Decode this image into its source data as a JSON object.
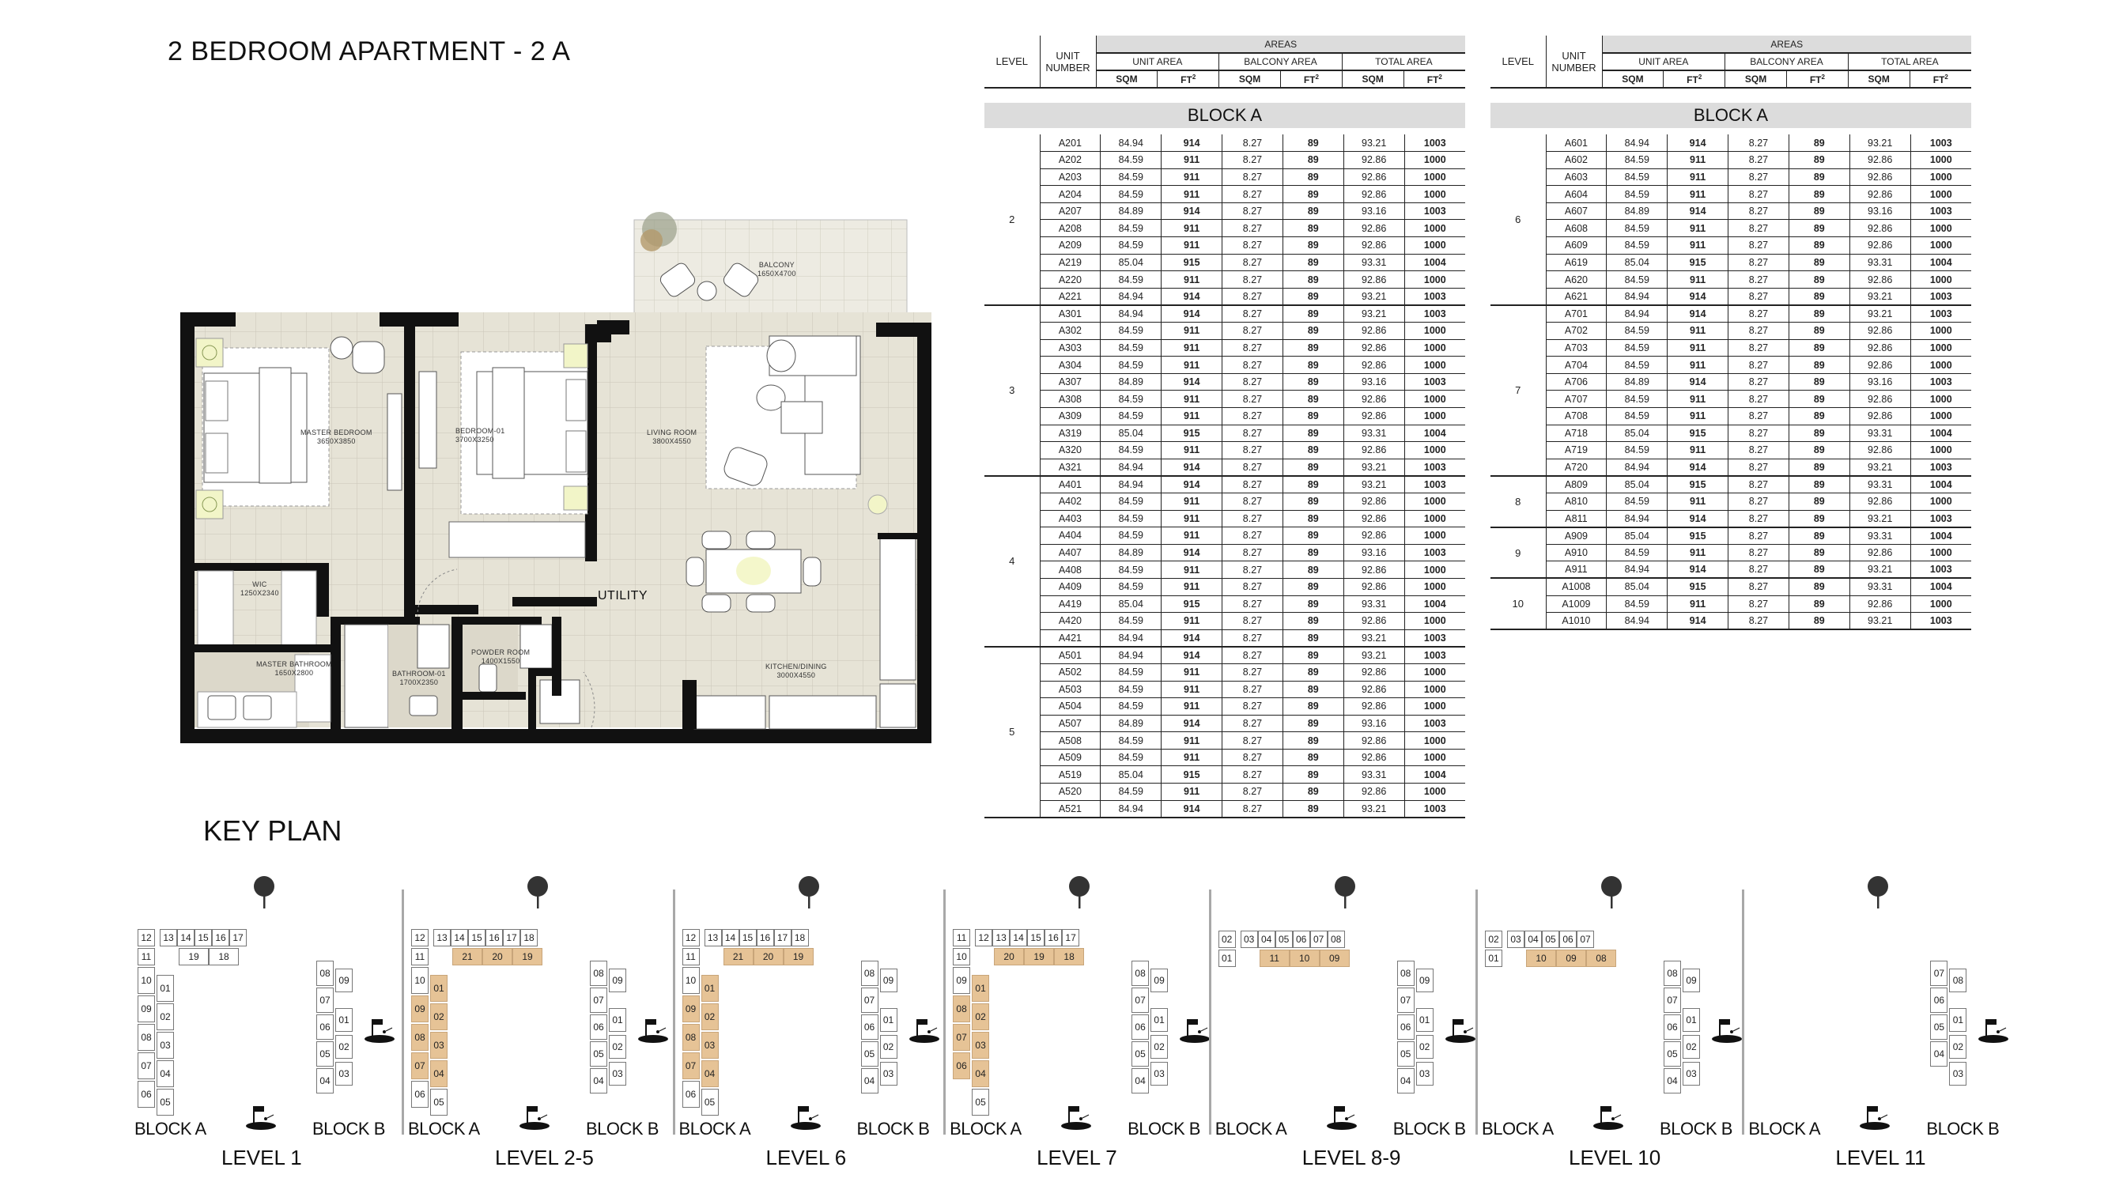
{
  "page": {
    "title": "2 BEDROOM APARTMENT - 2 A",
    "keyplan_title": "KEY PLAN"
  },
  "floorplan": {
    "rooms": [
      {
        "name": "MASTER BEDROOM",
        "size": "3650X3850"
      },
      {
        "name": "BEDROOM-01",
        "size": "3700X3250"
      },
      {
        "name": "LIVING ROOM",
        "size": "3800X4550"
      },
      {
        "name": "BALCONY",
        "size": "1650X4700"
      },
      {
        "name": "WIC",
        "size": "1250X2340"
      },
      {
        "name": "MASTER BATHROOM",
        "size": "1650X2800"
      },
      {
        "name": "BATHROOM-01",
        "size": "1700X2350"
      },
      {
        "name": "POWDER ROOM",
        "size": "1400X1550"
      },
      {
        "name": "KITCHEN/DINING",
        "size": "3000X4550"
      },
      {
        "name": "UTILITY",
        "size": ""
      }
    ],
    "colors": {
      "floor": "#e6e3d6",
      "wall": "#111111",
      "grid": "#c9c6b8",
      "light": "#f2f5c8"
    }
  },
  "table": {
    "headers": {
      "level": "LEVEL",
      "unit_number": "UNIT NUMBER",
      "areas": "AREAS",
      "unit_area": "UNIT AREA",
      "balcony_area": "BALCONY AREA",
      "total_area": "TOTAL AREA",
      "sqm": "SQM",
      "ft2": "FT",
      "ft2_sup": "2"
    },
    "block_label": "BLOCK A",
    "left_groups": [
      {
        "level": "2",
        "rows": [
          [
            "A201",
            "84.94",
            "914",
            "8.27",
            "89",
            "93.21",
            "1003"
          ],
          [
            "A202",
            "84.59",
            "911",
            "8.27",
            "89",
            "92.86",
            "1000"
          ],
          [
            "A203",
            "84.59",
            "911",
            "8.27",
            "89",
            "92.86",
            "1000"
          ],
          [
            "A204",
            "84.59",
            "911",
            "8.27",
            "89",
            "92.86",
            "1000"
          ],
          [
            "A207",
            "84.89",
            "914",
            "8.27",
            "89",
            "93.16",
            "1003"
          ],
          [
            "A208",
            "84.59",
            "911",
            "8.27",
            "89",
            "92.86",
            "1000"
          ],
          [
            "A209",
            "84.59",
            "911",
            "8.27",
            "89",
            "92.86",
            "1000"
          ],
          [
            "A219",
            "85.04",
            "915",
            "8.27",
            "89",
            "93.31",
            "1004"
          ],
          [
            "A220",
            "84.59",
            "911",
            "8.27",
            "89",
            "92.86",
            "1000"
          ],
          [
            "A221",
            "84.94",
            "914",
            "8.27",
            "89",
            "93.21",
            "1003"
          ]
        ]
      },
      {
        "level": "3",
        "rows": [
          [
            "A301",
            "84.94",
            "914",
            "8.27",
            "89",
            "93.21",
            "1003"
          ],
          [
            "A302",
            "84.59",
            "911",
            "8.27",
            "89",
            "92.86",
            "1000"
          ],
          [
            "A303",
            "84.59",
            "911",
            "8.27",
            "89",
            "92.86",
            "1000"
          ],
          [
            "A304",
            "84.59",
            "911",
            "8.27",
            "89",
            "92.86",
            "1000"
          ],
          [
            "A307",
            "84.89",
            "914",
            "8.27",
            "89",
            "93.16",
            "1003"
          ],
          [
            "A308",
            "84.59",
            "911",
            "8.27",
            "89",
            "92.86",
            "1000"
          ],
          [
            "A309",
            "84.59",
            "911",
            "8.27",
            "89",
            "92.86",
            "1000"
          ],
          [
            "A319",
            "85.04",
            "915",
            "8.27",
            "89",
            "93.31",
            "1004"
          ],
          [
            "A320",
            "84.59",
            "911",
            "8.27",
            "89",
            "92.86",
            "1000"
          ],
          [
            "A321",
            "84.94",
            "914",
            "8.27",
            "89",
            "93.21",
            "1003"
          ]
        ]
      },
      {
        "level": "4",
        "rows": [
          [
            "A401",
            "84.94",
            "914",
            "8.27",
            "89",
            "93.21",
            "1003"
          ],
          [
            "A402",
            "84.59",
            "911",
            "8.27",
            "89",
            "92.86",
            "1000"
          ],
          [
            "A403",
            "84.59",
            "911",
            "8.27",
            "89",
            "92.86",
            "1000"
          ],
          [
            "A404",
            "84.59",
            "911",
            "8.27",
            "89",
            "92.86",
            "1000"
          ],
          [
            "A407",
            "84.89",
            "914",
            "8.27",
            "89",
            "93.16",
            "1003"
          ],
          [
            "A408",
            "84.59",
            "911",
            "8.27",
            "89",
            "92.86",
            "1000"
          ],
          [
            "A409",
            "84.59",
            "911",
            "8.27",
            "89",
            "92.86",
            "1000"
          ],
          [
            "A419",
            "85.04",
            "915",
            "8.27",
            "89",
            "93.31",
            "1004"
          ],
          [
            "A420",
            "84.59",
            "911",
            "8.27",
            "89",
            "92.86",
            "1000"
          ],
          [
            "A421",
            "84.94",
            "914",
            "8.27",
            "89",
            "93.21",
            "1003"
          ]
        ]
      },
      {
        "level": "5",
        "rows": [
          [
            "A501",
            "84.94",
            "914",
            "8.27",
            "89",
            "93.21",
            "1003"
          ],
          [
            "A502",
            "84.59",
            "911",
            "8.27",
            "89",
            "92.86",
            "1000"
          ],
          [
            "A503",
            "84.59",
            "911",
            "8.27",
            "89",
            "92.86",
            "1000"
          ],
          [
            "A504",
            "84.59",
            "911",
            "8.27",
            "89",
            "92.86",
            "1000"
          ],
          [
            "A507",
            "84.89",
            "914",
            "8.27",
            "89",
            "93.16",
            "1003"
          ],
          [
            "A508",
            "84.59",
            "911",
            "8.27",
            "89",
            "92.86",
            "1000"
          ],
          [
            "A509",
            "84.59",
            "911",
            "8.27",
            "89",
            "92.86",
            "1000"
          ],
          [
            "A519",
            "85.04",
            "915",
            "8.27",
            "89",
            "93.31",
            "1004"
          ],
          [
            "A520",
            "84.59",
            "911",
            "8.27",
            "89",
            "92.86",
            "1000"
          ],
          [
            "A521",
            "84.94",
            "914",
            "8.27",
            "89",
            "93.21",
            "1003"
          ]
        ]
      }
    ],
    "right_groups": [
      {
        "level": "6",
        "rows": [
          [
            "A601",
            "84.94",
            "914",
            "8.27",
            "89",
            "93.21",
            "1003"
          ],
          [
            "A602",
            "84.59",
            "911",
            "8.27",
            "89",
            "92.86",
            "1000"
          ],
          [
            "A603",
            "84.59",
            "911",
            "8.27",
            "89",
            "92.86",
            "1000"
          ],
          [
            "A604",
            "84.59",
            "911",
            "8.27",
            "89",
            "92.86",
            "1000"
          ],
          [
            "A607",
            "84.89",
            "914",
            "8.27",
            "89",
            "93.16",
            "1003"
          ],
          [
            "A608",
            "84.59",
            "911",
            "8.27",
            "89",
            "92.86",
            "1000"
          ],
          [
            "A609",
            "84.59",
            "911",
            "8.27",
            "89",
            "92.86",
            "1000"
          ],
          [
            "A619",
            "85.04",
            "915",
            "8.27",
            "89",
            "93.31",
            "1004"
          ],
          [
            "A620",
            "84.59",
            "911",
            "8.27",
            "89",
            "92.86",
            "1000"
          ],
          [
            "A621",
            "84.94",
            "914",
            "8.27",
            "89",
            "93.21",
            "1003"
          ]
        ]
      },
      {
        "level": "7",
        "rows": [
          [
            "A701",
            "84.94",
            "914",
            "8.27",
            "89",
            "93.21",
            "1003"
          ],
          [
            "A702",
            "84.59",
            "911",
            "8.27",
            "89",
            "92.86",
            "1000"
          ],
          [
            "A703",
            "84.59",
            "911",
            "8.27",
            "89",
            "92.86",
            "1000"
          ],
          [
            "A704",
            "84.59",
            "911",
            "8.27",
            "89",
            "92.86",
            "1000"
          ],
          [
            "A706",
            "84.89",
            "914",
            "8.27",
            "89",
            "93.16",
            "1003"
          ],
          [
            "A707",
            "84.59",
            "911",
            "8.27",
            "89",
            "92.86",
            "1000"
          ],
          [
            "A708",
            "84.59",
            "911",
            "8.27",
            "89",
            "92.86",
            "1000"
          ],
          [
            "A718",
            "85.04",
            "915",
            "8.27",
            "89",
            "93.31",
            "1004"
          ],
          [
            "A719",
            "84.59",
            "911",
            "8.27",
            "89",
            "92.86",
            "1000"
          ],
          [
            "A720",
            "84.94",
            "914",
            "8.27",
            "89",
            "93.21",
            "1003"
          ]
        ]
      },
      {
        "level": "8",
        "rows": [
          [
            "A809",
            "85.04",
            "915",
            "8.27",
            "89",
            "93.31",
            "1004"
          ],
          [
            "A810",
            "84.59",
            "911",
            "8.27",
            "89",
            "92.86",
            "1000"
          ],
          [
            "A811",
            "84.94",
            "914",
            "8.27",
            "89",
            "93.21",
            "1003"
          ]
        ]
      },
      {
        "level": "9",
        "rows": [
          [
            "A909",
            "85.04",
            "915",
            "8.27",
            "89",
            "93.31",
            "1004"
          ],
          [
            "A910",
            "84.59",
            "911",
            "8.27",
            "89",
            "92.86",
            "1000"
          ],
          [
            "A911",
            "84.94",
            "914",
            "8.27",
            "89",
            "93.21",
            "1003"
          ]
        ]
      },
      {
        "level": "10",
        "rows": [
          [
            "A1008",
            "85.04",
            "915",
            "8.27",
            "89",
            "93.31",
            "1004"
          ],
          [
            "A1009",
            "84.59",
            "911",
            "8.27",
            "89",
            "92.86",
            "1000"
          ],
          [
            "A1010",
            "84.94",
            "914",
            "8.27",
            "89",
            "93.21",
            "1003"
          ]
        ]
      }
    ]
  },
  "keyplan": {
    "highlight_color": "#e6c396",
    "block_a_label": "BLOCK A",
    "block_b_label": "BLOCK B",
    "panels": [
      {
        "level": "LEVEL 1",
        "top_row": [
          "12",
          "13",
          "14",
          "15",
          "16",
          "17"
        ],
        "second_row": [
          "11",
          "19",
          "18"
        ],
        "left_col": [
          "10",
          "09",
          "08",
          "07",
          "06"
        ],
        "right_col": [
          "01",
          "02",
          "03",
          "04",
          "05"
        ],
        "highlighted": [],
        "block_b": {
          "left": [
            "08",
            "07",
            "06",
            "05",
            "04"
          ],
          "right": [
            "09",
            "01",
            "02",
            "03"
          ]
        }
      },
      {
        "level": "LEVEL 2-5",
        "top_row": [
          "12",
          "13",
          "14",
          "15",
          "16",
          "17",
          "18"
        ],
        "second_row": [
          "11",
          "21",
          "20",
          "19"
        ],
        "left_col": [
          "10",
          "09",
          "08",
          "07",
          "06"
        ],
        "right_col": [
          "01",
          "02",
          "03",
          "04",
          "05"
        ],
        "highlighted": [
          "21",
          "20",
          "19",
          "09",
          "08",
          "07",
          "01",
          "02",
          "03",
          "04"
        ],
        "block_b": {
          "left": [
            "08",
            "07",
            "06",
            "05",
            "04"
          ],
          "right": [
            "09",
            "01",
            "02",
            "03"
          ]
        }
      },
      {
        "level": "LEVEL 6",
        "top_row": [
          "12",
          "13",
          "14",
          "15",
          "16",
          "17",
          "18"
        ],
        "second_row": [
          "11",
          "21",
          "20",
          "19"
        ],
        "left_col": [
          "10",
          "09",
          "08",
          "07",
          "06"
        ],
        "right_col": [
          "01",
          "02",
          "03",
          "04",
          "05"
        ],
        "highlighted": [
          "21",
          "20",
          "19",
          "09",
          "08",
          "07",
          "01",
          "02",
          "03",
          "04"
        ],
        "block_b": {
          "left": [
            "08",
            "07",
            "06",
            "05",
            "04"
          ],
          "right": [
            "09",
            "01",
            "02",
            "03"
          ]
        }
      },
      {
        "level": "LEVEL 7",
        "top_row": [
          "11",
          "12",
          "13",
          "14",
          "15",
          "16",
          "17"
        ],
        "second_row": [
          "10",
          "20",
          "19",
          "18"
        ],
        "left_col": [
          "09",
          "08",
          "07",
          "06"
        ],
        "right_col": [
          "01",
          "02",
          "03",
          "04",
          "05"
        ],
        "highlighted": [
          "20",
          "19",
          "18",
          "08",
          "07",
          "06",
          "01",
          "02",
          "03",
          "04"
        ],
        "block_b": {
          "left": [
            "08",
            "07",
            "06",
            "05",
            "04"
          ],
          "right": [
            "09",
            "01",
            "02",
            "03"
          ]
        }
      },
      {
        "level": "LEVEL 8-9",
        "top_row": [
          "02",
          "03",
          "04",
          "05",
          "06",
          "07",
          "08"
        ],
        "second_row": [
          "01",
          "11",
          "10",
          "09"
        ],
        "left_col": [],
        "right_col": [],
        "highlighted": [
          "11",
          "10",
          "09"
        ],
        "block_b": {
          "left": [
            "08",
            "07",
            "06",
            "05",
            "04"
          ],
          "right": [
            "09",
            "01",
            "02",
            "03"
          ]
        }
      },
      {
        "level": "LEVEL 10",
        "top_row": [
          "02",
          "03",
          "04",
          "05",
          "06",
          "07"
        ],
        "second_row": [
          "01",
          "10",
          "09",
          "08"
        ],
        "left_col": [],
        "right_col": [],
        "highlighted": [
          "10",
          "09",
          "08"
        ],
        "block_b": {
          "left": [
            "08",
            "07",
            "06",
            "05",
            "04"
          ],
          "right": [
            "09",
            "01",
            "02",
            "03"
          ]
        }
      },
      {
        "level": "LEVEL 11",
        "top_row": [],
        "second_row": [],
        "left_col": [],
        "right_col": [],
        "highlighted": [],
        "block_b": {
          "left": [
            "07",
            "06",
            "05",
            "04"
          ],
          "right": [
            "08",
            "01",
            "02",
            "03"
          ]
        }
      }
    ]
  }
}
